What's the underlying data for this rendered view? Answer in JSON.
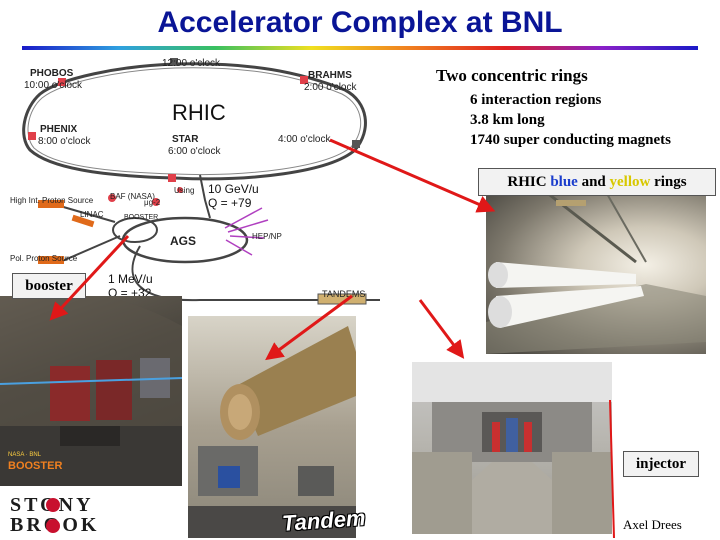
{
  "title": "Accelerator Complex at BNL",
  "info": {
    "heading": "Two concentric rings",
    "facts": [
      "6 interaction regions",
      "3.8 km long",
      "1740 super conducting magnets"
    ]
  },
  "diagram": {
    "rhic": "RHIC",
    "clock_12": "12:00 o'clock",
    "phobos": "PHOBOS",
    "phobos_clock": "10:00 o'clock",
    "brahms": "BRAHMS",
    "brahms_clock": "2:00 o'clock",
    "phenix": "PHENIX",
    "phenix_clock": "8:00 o'clock",
    "star": "STAR",
    "star_clock": "6:00 o'clock",
    "clock_4": "4:00 o'clock",
    "high_int_proton_source": "High Int. Proton Source",
    "pol_proton_source": "Pol. Proton Source",
    "linac": "LINAC",
    "baf": "BAF (NASA)",
    "g2": "μg-2",
    "using": "Using",
    "booster_small": "BOOSTER",
    "ags": "AGS",
    "energy_top": "10 GeV/u",
    "charge_top": "Q = +79",
    "hepnp": "HEP/NP",
    "energy_bottom": "1 MeV/u",
    "charge_bottom": "Q = +32",
    "tandems": "TANDEMS"
  },
  "captions": {
    "rhic_prefix": "RHIC ",
    "rhic_blue": "blue",
    "rhic_and": " and ",
    "rhic_yellow": "yellow",
    "rhic_suffix": " rings",
    "booster": "booster",
    "injector": "injector"
  },
  "photos": {
    "booster_logo_small": "NASA · BNL",
    "booster_logo": "BOOSTER",
    "tandem": "Tandem"
  },
  "logo": {
    "line1": "STONY",
    "line2": "BROOK"
  },
  "author": "Axel Drees",
  "colors": {
    "title": "#0a1596",
    "arrow": "#e01818",
    "blue_ring": "#1a3ccc",
    "yellow_ring": "#d8c800"
  }
}
